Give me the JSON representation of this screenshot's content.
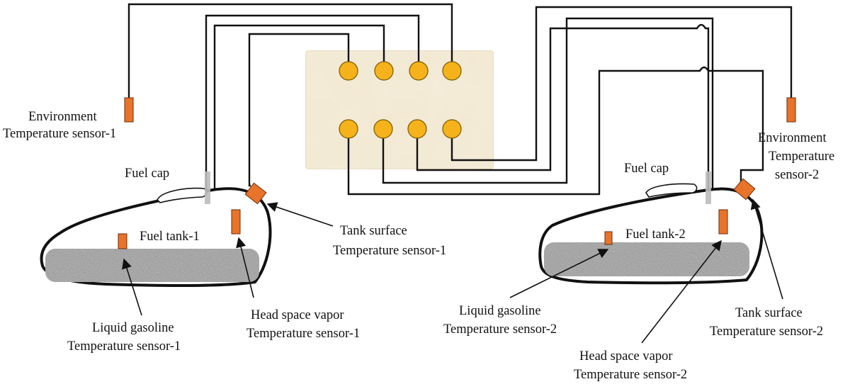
{
  "colors": {
    "sensor": "#e8732a",
    "pin": "#f5b21a",
    "board": "#f3e9d2",
    "gasoline": "#9c9c9c",
    "wire": "#111111"
  },
  "labels": {
    "env1_line1": "Environment",
    "env1_line2": "Temperature sensor-1",
    "fuelcap1": "Fuel cap",
    "tank1": "Fuel tank-1",
    "surface1_line1": "Tank surface",
    "surface1_line2": "Temperature sensor-1",
    "liquid1_line1": "Liquid gasoline",
    "liquid1_line2": "Temperature sensor-1",
    "headspace1_line1": "Head space vapor",
    "headspace1_line2": "Temperature sensor-1",
    "env2_line1": "Environment",
    "env2_line2": "Temperature",
    "env2_line3": "sensor-2",
    "fuelcap2": "Fuel cap",
    "tank2": "Fuel tank-2",
    "liquid2_line1": "Liquid gasoline",
    "liquid2_line2": "Temperature sensor-2",
    "headspace2_line1": "Head space vapor",
    "headspace2_line2": "Temperature sensor-2",
    "surface2_line1": "Tank surface",
    "surface2_line2": "Temperature sensor-2"
  }
}
